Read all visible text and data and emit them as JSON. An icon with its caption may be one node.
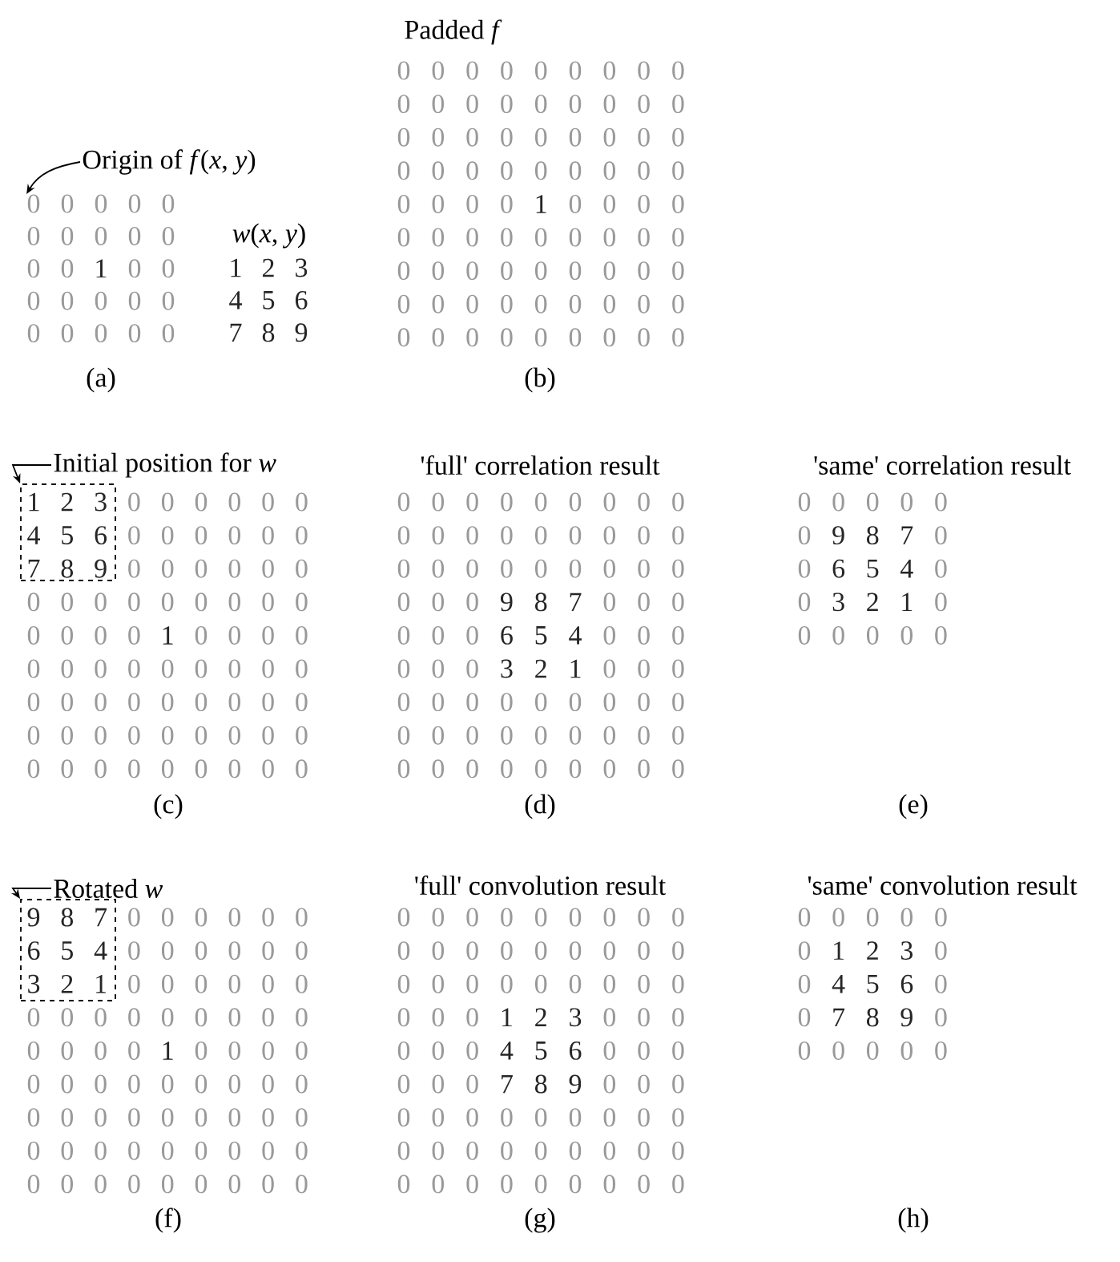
{
  "diagram": {
    "nodes": [
      {
        "text": [
          "Origin of *f*(*x*, *y*)"
        ]
      },
      {
        "text": [
          "0"
        ]
      },
      {
        "text": [
          "Initial position for *w*"
        ]
      },
      {
        "text": [],
        "shape": "box"
      },
      {
        "text": [
          "Rotated *w*"
        ]
      },
      {
        "text": [],
        "shape": "box"
      }
    ],
    "edges": [
      {
        "from": 0,
        "to": 1,
        "arrow": "to"
      },
      {
        "from": 2,
        "to": 3,
        "arrow": "to"
      },
      {
        "from": 4,
        "to": 5,
        "arrow": "to"
      }
    ],
    "labels": [
      "0",
      "0",
      "0",
      "0",
      "0",
      "0",
      "0",
      "0",
      "0",
      "0",
      "0",
      "1",
      "0",
      "0",
      "0",
      "0",
      "0",
      "0",
      "0",
      "0",
      "0",
      "0",
      "0",
      "0",
      "*w*(*x*, *y*)",
      "1",
      "2",
      "3",
      "4",
      "5",
      "6",
      "7",
      "8",
      "9",
      "(a)",
      "Padded *f*",
      "0",
      "0",
      "0",
      "0",
      "0",
      "0",
      "0",
      "0",
      "0",
      "0",
      "0",
      "0",
      "0",
      "0",
      "0",
      "0",
      "0",
      "0",
      "0",
      "0",
      "0",
      "0",
      "0",
      "0",
      "0",
      "0",
      "0",
      "0",
      "0",
      "0",
      "0",
      "0",
      "0",
      "0",
      "0",
      "0",
      "0",
      "0",
      "0",
      "0",
      "1",
      "0",
      "0",
      "0",
      "0",
      "0",
      "0",
      "0",
      "0",
      "0",
      "0",
      "0",
      "0",
      "0",
      "0",
      "0",
      "0",
      "0",
      "0",
      "0",
      "0",
      "0",
      "0",
      "0",
      "0",
      "0",
      "0",
      "0",
      "0",
      "0",
      "0",
      "0",
      "0",
      "0",
      "0",
      "0",
      "0",
      "0",
      "0",
      "0",
      "0",
      "(b)",
      "1",
      "2",
      "3",
      "0",
      "0",
      "0",
      "0",
      "0",
      "0",
      "4",
      "5",
      "6",
      "0",
      "0",
      "0",
      "0",
      "0",
      "0",
      "7",
      "8",
      "9",
      "0",
      "0",
      "0",
      "0",
      "0",
      "0",
      "0",
      "0",
      "0",
      "0",
      "0",
      "0",
      "0",
      "0",
      "0",
      "0",
      "0",
      "0",
      "0",
      "1",
      "0",
      "0",
      "0",
      "0",
      "0",
      "0",
      "0",
      "0",
      "0",
      "0",
      "0",
      "0",
      "0",
      "0",
      "0",
      "0",
      "0",
      "0",
      "0",
      "0",
      "0",
      "0",
      "0",
      "0",
      "0",
      "0",
      "0",
      "0",
      "0",
      "0",
      "0",
      "0",
      "0",
      "0",
      "0",
      "0",
      "0",
      "0",
      "0",
      "0",
      "(c)",
      "'full' correlation result",
      "0",
      "0",
      "0",
      "0",
      "0",
      "0",
      "0",
      "0",
      "0",
      "0",
      "0",
      "0",
      "0",
      "0",
      "0",
      "0",
      "0",
      "0",
      "0",
      "0",
      "0",
      "0",
      "0",
      "0",
      "0",
      "0",
      "0",
      "0",
      "0",
      "0",
      "9",
      "8",
      "7",
      "0",
      "0",
      "0",
      "0",
      "0",
      "0",
      "6",
      "5",
      "4",
      "0",
      "0",
      "0",
      "0",
      "0",
      "0",
      "3",
      "2",
      "1",
      "0",
      "0",
      "0",
      "0",
      "0",
      "0",
      "0",
      "0",
      "0",
      "0",
      "0",
      "0",
      "0",
      "0",
      "0",
      "0",
      "0",
      "0",
      "0",
      "0",
      "0",
      "0",
      "0",
      "0",
      "0",
      "0",
      "0",
      "0",
      "0",
      "0",
      "(d)",
      "'same' correlation result",
      "0",
      "0",
      "0",
      "0",
      "0",
      "0",
      "9",
      "8",
      "7",
      "0",
      "0",
      "6",
      "5",
      "4",
      "0",
      "0",
      "3",
      "2",
      "1",
      "0",
      "0",
      "0",
      "0",
      "0",
      "0",
      "(e)",
      "9",
      "8",
      "7",
      "0",
      "0",
      "0",
      "0",
      "0",
      "0",
      "6",
      "5",
      "4",
      "0",
      "0",
      "0",
      "0",
      "0",
      "0",
      "3",
      "2",
      "1",
      "0",
      "0",
      "0",
      "0",
      "0",
      "0",
      "0",
      "0",
      "0",
      "0",
      "0",
      "0",
      "0",
      "0",
      "0",
      "0",
      "0",
      "0",
      "0",
      "1",
      "0",
      "0",
      "0",
      "0",
      "0",
      "0",
      "0",
      "0",
      "0",
      "0",
      "0",
      "0",
      "0",
      "0",
      "0",
      "0",
      "0",
      "0",
      "0",
      "0",
      "0",
      "0",
      "0",
      "0",
      "0",
      "0",
      "0",
      "0",
      "0",
      "0",
      "0",
      "0",
      "0",
      "0",
      "0",
      "0",
      "0",
      "0",
      "0",
      "0",
      "(f)",
      "'full' convolution result",
      "0",
      "0",
      "0",
      "0",
      "0",
      "0",
      "0",
      "0",
      "0",
      "0",
      "0",
      "0",
      "0",
      "0",
      "0",
      "0",
      "0",
      "0",
      "0",
      "0",
      "0",
      "0",
      "0",
      "0",
      "0",
      "0",
      "0",
      "0",
      "0",
      "0",
      "1",
      "2",
      "3",
      "0",
      "0",
      "0",
      "0",
      "0",
      "0",
      "4",
      "5",
      "6",
      "0",
      "0",
      "0",
      "0",
      "0",
      "0",
      "7",
      "8",
      "9",
      "0",
      "0",
      "0",
      "0",
      "0",
      "0",
      "0",
      "0",
      "0",
      "0",
      "0",
      "0",
      "0",
      "0",
      "0",
      "0",
      "0",
      "0",
      "0",
      "0",
      "0",
      "0",
      "0",
      "0",
      "0",
      "0",
      "0",
      "0",
      "0",
      "0",
      "(g)",
      "'same' convolution result",
      "0",
      "0",
      "0",
      "0",
      "0",
      "0",
      "1",
      "2",
      "3",
      "0",
      "0",
      "4",
      "5",
      "6",
      "0",
      "0",
      "7",
      "8",
      "9",
      "0",
      "0",
      "0",
      "0",
      "0",
      "0",
      "(h)"
    ]
  }
}
